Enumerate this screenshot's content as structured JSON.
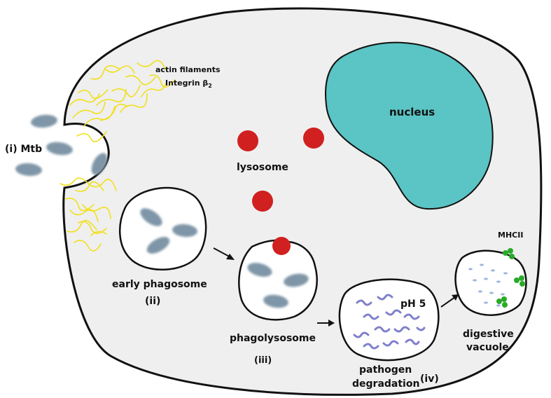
{
  "labels": {
    "actin_filaments": "actin filaments",
    "integrin": "Integrin β",
    "integrin_sub": "2",
    "mtb": "(i) Mtb",
    "nucleus": "nucleus",
    "lysosome": "lysosome",
    "early_phagosome": "early phagosome",
    "stage_ii": "(ii)",
    "phagolysosome": "phagolysosome",
    "stage_iii": "(iii)",
    "ph": "pH 5",
    "pathogen": "pathogen",
    "degradation": "degradation",
    "stage_iv": "(iv)",
    "mhcii": "MHCII",
    "digestive": "digestive",
    "vacuole": "vacuole"
  },
  "colors": {
    "cytoplasm": "#efefef",
    "nucleus": "#5bc4c4",
    "lysosome": "#d02020",
    "bacterium": "#7f96a8",
    "actin": "#f0e020",
    "mhcii": "#2aaa2a",
    "fragment": "#8080cc",
    "peptide": "#9fb8dd"
  }
}
